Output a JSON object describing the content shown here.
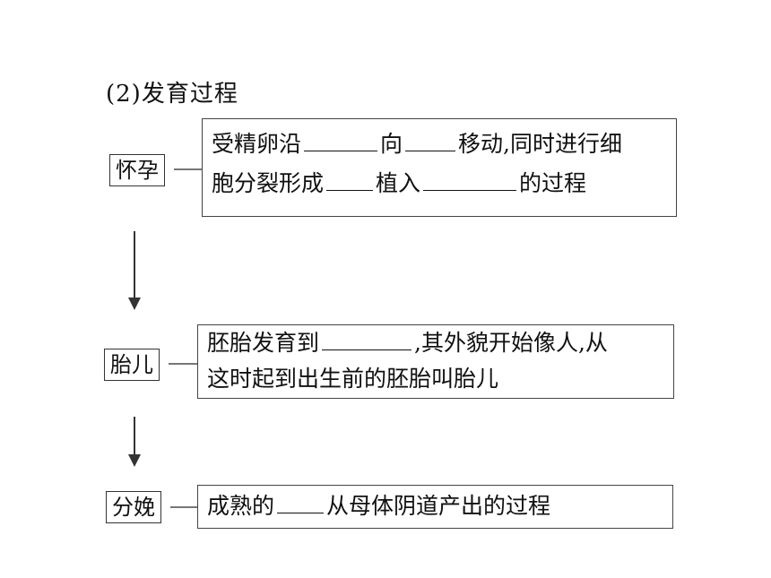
{
  "heading": "(2)发育过程",
  "stages": [
    {
      "name": "怀孕",
      "line1": [
        "受精卵沿",
        "向",
        "移动,同时进行细"
      ],
      "line2": [
        "胞分裂形成",
        "植入",
        "的过程"
      ]
    },
    {
      "name": "胎儿",
      "line1": [
        "胚胎发育到",
        ",其外貌开始像人,从"
      ],
      "line2": [
        "这时起到出生前的胚胎叫胎儿"
      ]
    },
    {
      "name": "分娩",
      "line1": [
        "成熟的",
        "从母体阴道产出的过程"
      ]
    }
  ]
}
